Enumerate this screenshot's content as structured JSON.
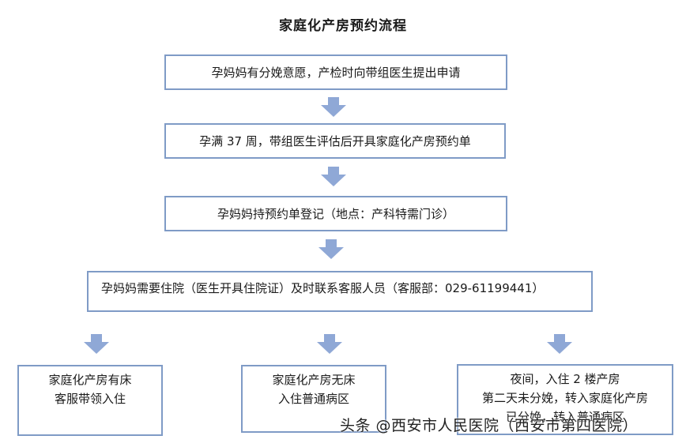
{
  "title": "家庭化产房预约流程",
  "steps": [
    "孕妈妈有分娩意愿，产检时向带组医生提出申请",
    "孕满 37 周，带组医生评估后开具家庭化产房预约单",
    "孕妈妈持预约单登记（地点：产科特需门诊）",
    "孕妈妈需要住院（医生开具住院证）及时联系客服人员（客服部：029-61199441）"
  ],
  "outcomes": [
    {
      "lines": [
        "家庭化产房有床",
        "客服带领入住"
      ]
    },
    {
      "lines": [
        "家庭化产房无床",
        "入住普通病区"
      ]
    },
    {
      "lines": [
        "夜间，入住 2 楼产房",
        "第二天未分娩，转入家庭化产房",
        "已分娩，转入普通病区"
      ]
    }
  ],
  "watermark": "头条 @西安市人民医院（西安市第四医院）",
  "colors": {
    "border": "#7f9bc6",
    "arrow": "#8fa8d6"
  }
}
